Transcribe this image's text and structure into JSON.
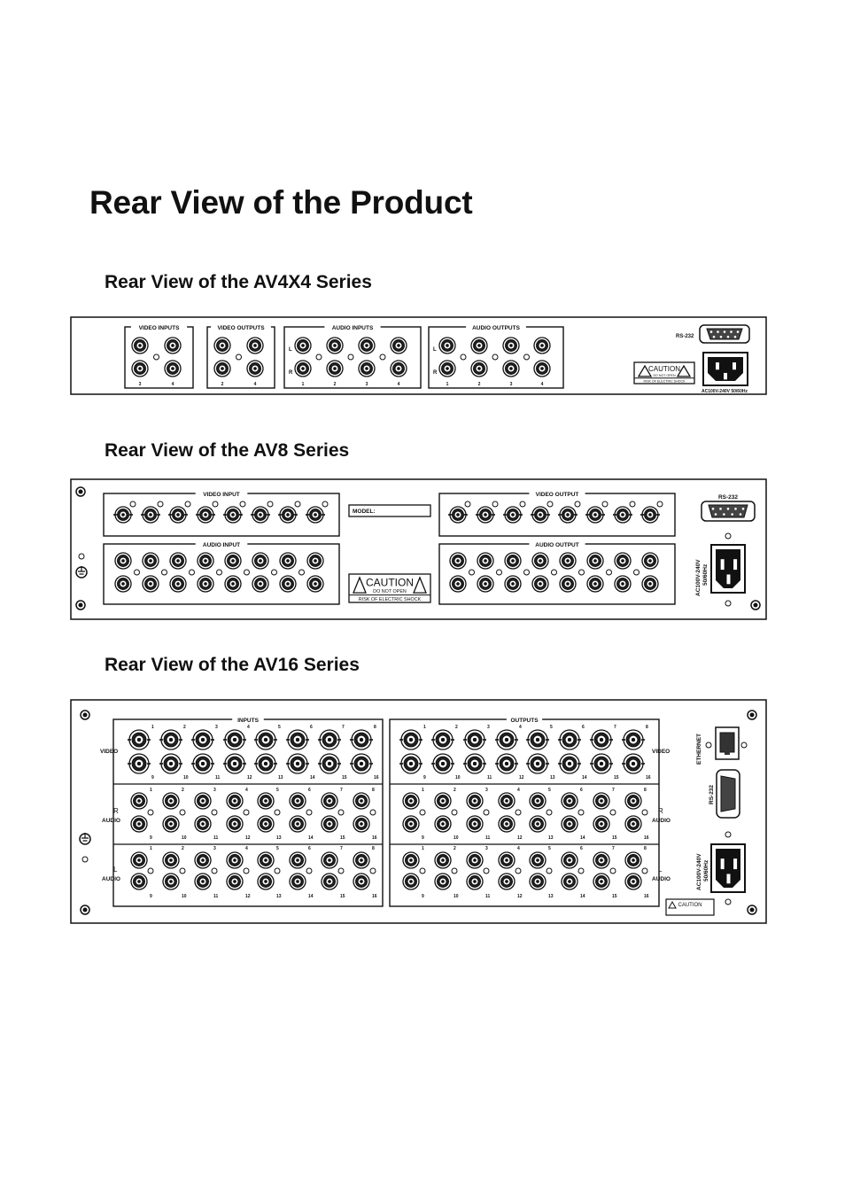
{
  "title": "Rear View of the Product",
  "sections": {
    "av4x4": {
      "heading": "Rear View of the AV4X4 Series",
      "labels": {
        "video_inputs": "VIDEO INPUTS",
        "video_outputs": "VIDEO OUTPUTS",
        "audio_inputs": "AUDIO INPUTS",
        "audio_outputs": "AUDIO OUTPUTS",
        "rs232": "RS-232",
        "caution": "CAUTION",
        "caution_sub1": "DO NOT OPEN",
        "caution_sub2": "RISK OF ELECTRIC SHOCK",
        "power": "AC100V-240V 50/60Hz",
        "l": "L",
        "r": "R",
        "n1": "1",
        "n2": "2",
        "n3": "3",
        "n4": "4"
      }
    },
    "av8": {
      "heading": "Rear View of the AV8 Series",
      "labels": {
        "video_input": "VIDEO INPUT",
        "video_output": "VIDEO OUTPUT",
        "audio_input": "AUDIO INPUT",
        "audio_output": "AUDIO OUTPUT",
        "model": "MODEL:",
        "rs232": "RS-232",
        "caution": "CAUTION",
        "caution_sub1": "DO NOT OPEN",
        "caution_sub2": "RISK OF ELECTRIC SHOCK",
        "power": "AC100V-240V",
        "power2": "50/60Hz"
      }
    },
    "av16": {
      "heading": "Rear View of the AV16 Series",
      "labels": {
        "inputs": "INPUTS",
        "outputs": "OUTPUTS",
        "video": "VIDEO",
        "r": "R",
        "l": "L",
        "audio": "AUDIO",
        "ethernet": "ETHERNET",
        "rs232": "RS-232",
        "power": "AC100V-240V",
        "power2": "50/60Hz",
        "caution": "CAUTION",
        "top_numbers": [
          "1",
          "2",
          "3",
          "4",
          "5",
          "6",
          "7",
          "8"
        ],
        "bottom_numbers": [
          "9",
          "10",
          "11",
          "12",
          "13",
          "14",
          "15",
          "16"
        ]
      }
    }
  }
}
